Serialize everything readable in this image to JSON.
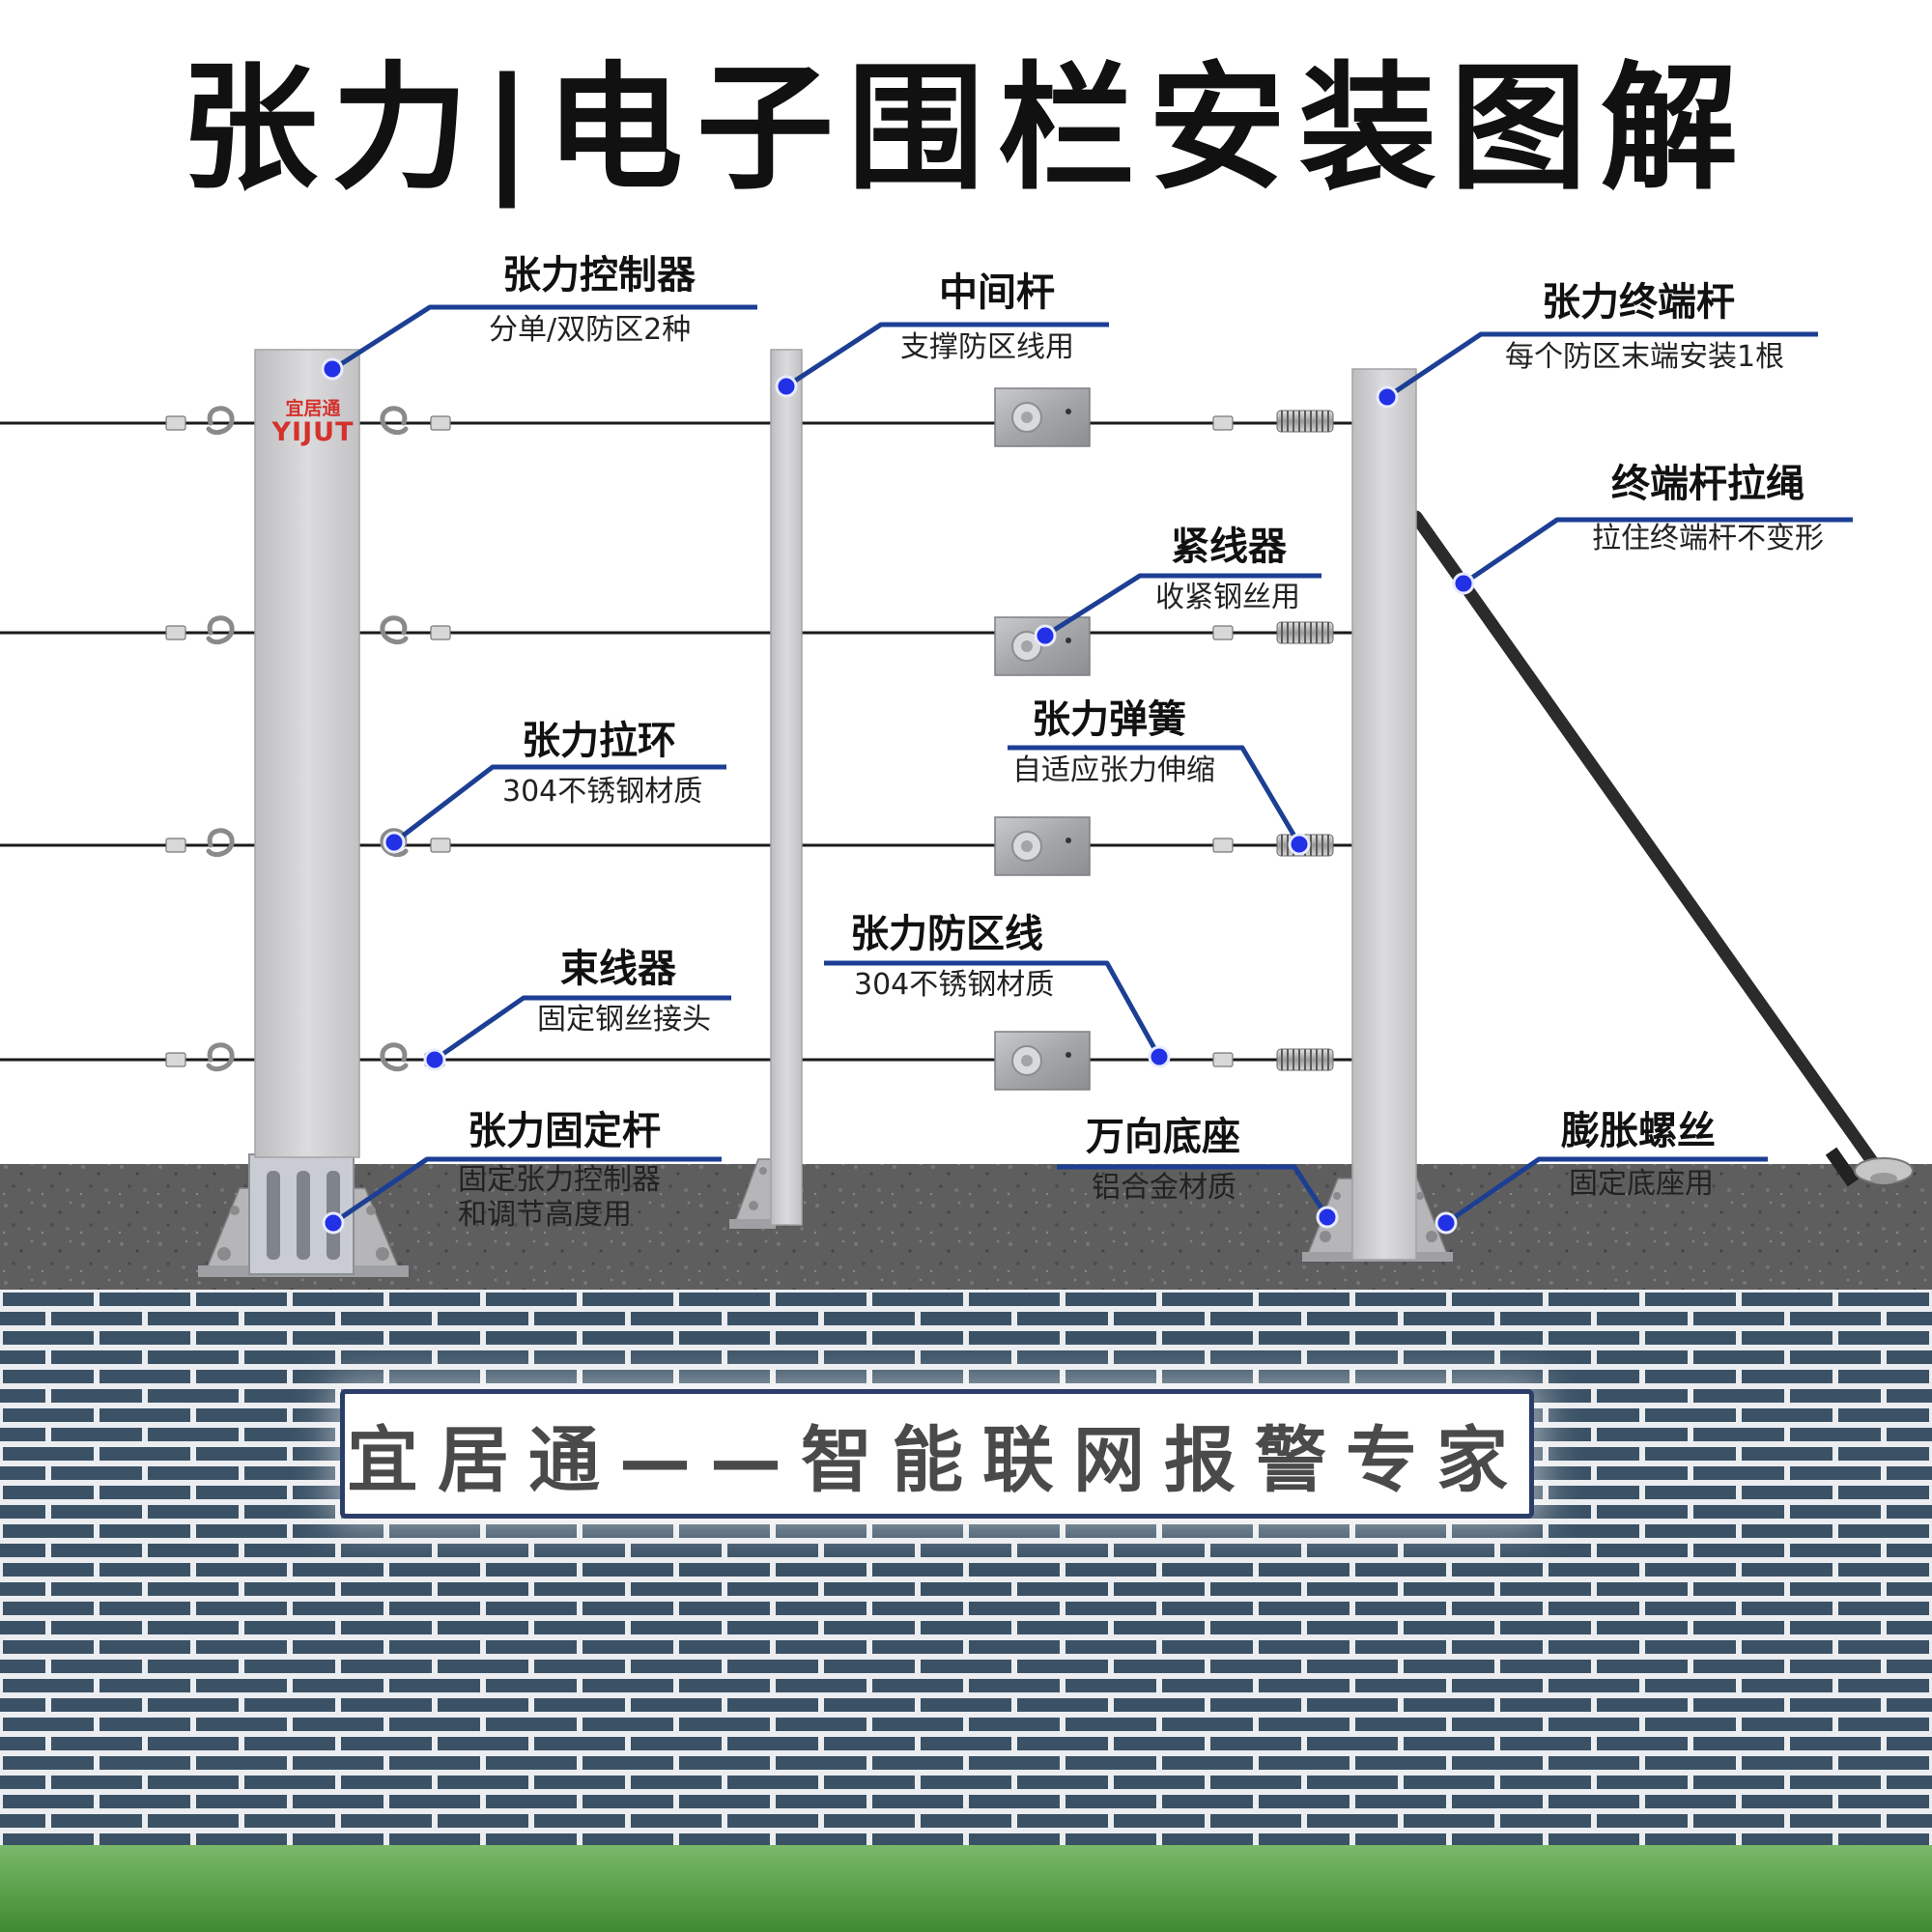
{
  "title": "张力|电子围栏安装图解",
  "brand": {
    "logo_cn": "宜居通",
    "logo_en": "YIJUT"
  },
  "slogan": "宜居通——智能联网报警专家",
  "colors": {
    "leader_line": "#1c3f94",
    "marker_dot": "#2230e6",
    "brand_red": "#d4322c",
    "brick": "#3b5266",
    "mortar": "#ecedf0",
    "ground": "#5c5c5c",
    "grass": "#4f9a3c",
    "pole": "#d3d3d5"
  },
  "callouts": [
    {
      "id": "tension-controller",
      "title": "张力控制器",
      "desc": "分单/双防区2种"
    },
    {
      "id": "middle-pole",
      "title": "中间杆",
      "desc": "支撑防区线用"
    },
    {
      "id": "tension-terminal-pole",
      "title": "张力终端杆",
      "desc": "每个防区末端安装1根"
    },
    {
      "id": "terminal-pole-rope",
      "title": "终端杆拉绳",
      "desc": "拉住终端杆不变形"
    },
    {
      "id": "wire-tightener",
      "title": "紧线器",
      "desc": "收紧钢丝用"
    },
    {
      "id": "tension-spring",
      "title": "张力弹簧",
      "desc": "自适应张力伸缩"
    },
    {
      "id": "tension-ring",
      "title": "张力拉环",
      "desc": "304不锈钢材质"
    },
    {
      "id": "tension-zone-wire",
      "title": "张力防区线",
      "desc": "304不锈钢材质"
    },
    {
      "id": "wire-binder",
      "title": "束线器",
      "desc": "固定钢丝接头"
    },
    {
      "id": "tension-fixed-pole",
      "title": "张力固定杆",
      "desc": "固定张力控制器",
      "desc2": "和调节高度用"
    },
    {
      "id": "universal-base",
      "title": "万向底座",
      "desc": "铝合金材质"
    },
    {
      "id": "expansion-bolt",
      "title": "膨胀螺丝",
      "desc": "固定底座用"
    }
  ]
}
